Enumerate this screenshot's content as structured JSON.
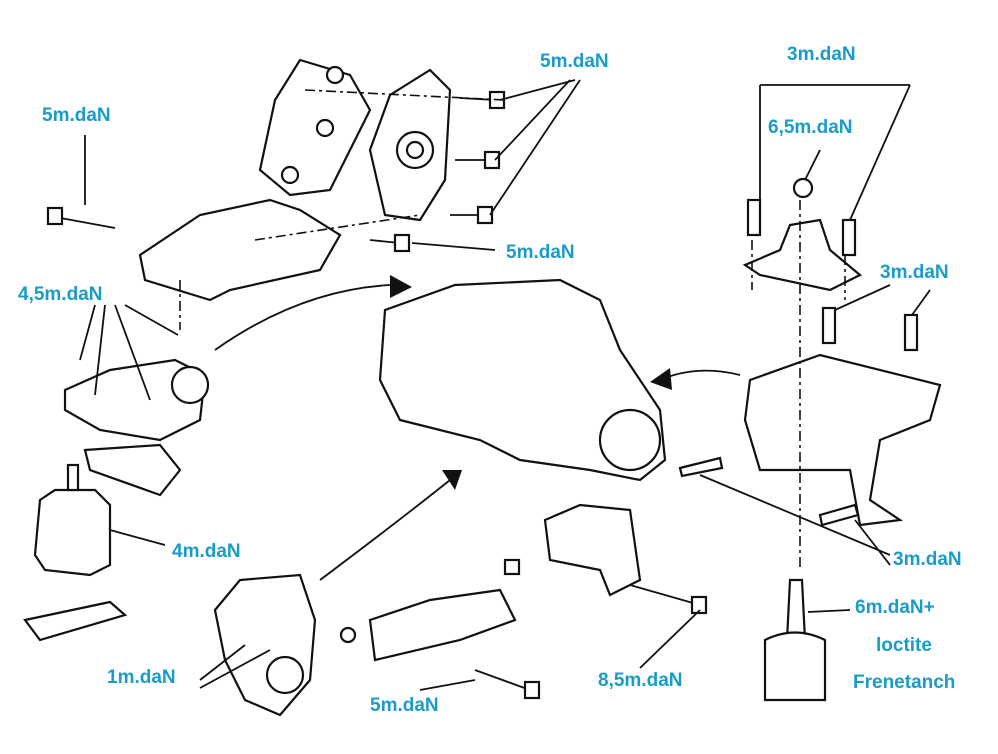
{
  "label_color": "#1a9cc8",
  "labels": {
    "top_bolts": "5m.daN",
    "left_bolt": "5m.daN",
    "mid_bolt": "5m.daN",
    "left_mount_nuts": "4,5m.daN",
    "left_mount_base": "4m.daN",
    "right_top_bolts": "3m.daN",
    "right_top_nut": "6,5m.daN",
    "right_bracket_bolts": "3m.daN",
    "right_lower_bolts": "3m.daN",
    "stud_line1": "6m.daN+",
    "stud_line2": "loctite",
    "stud_line3": "Frenetanch",
    "rear_mount": "1m.daN",
    "rear_long_bolt": "8,5m.daN",
    "rear_bottom_bolt": "5m.daN"
  }
}
